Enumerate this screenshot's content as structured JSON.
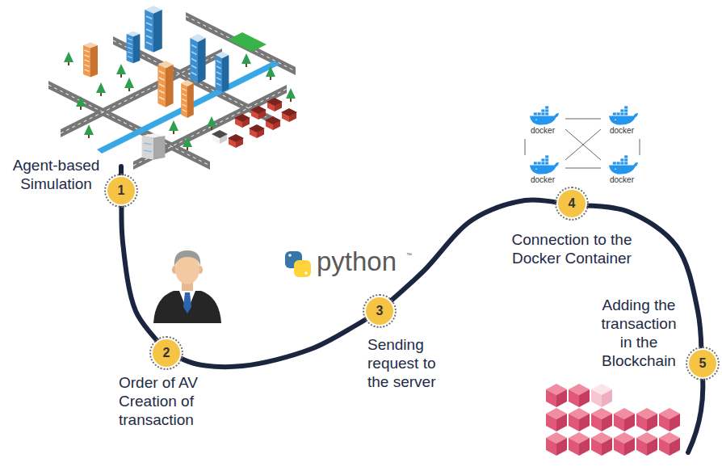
{
  "diagram": {
    "nodes": [
      {
        "text": [
          "1",
          "Agent-based Simulation"
        ]
      },
      {
        "text": [
          "2",
          "Order of AV Creation of transaction"
        ]
      },
      {
        "text": [
          "3",
          "Sending request to the server"
        ]
      },
      {
        "text": [
          "4",
          "Connection to the Docker Container"
        ]
      },
      {
        "text": [
          "5",
          "Adding the transaction in the Blockchain"
        ]
      }
    ],
    "edges": [
      {
        "from": 0,
        "to": 1,
        "arrow": "none"
      },
      {
        "from": 1,
        "to": 2,
        "arrow": "none"
      },
      {
        "from": 2,
        "to": 3,
        "arrow": "none"
      },
      {
        "from": 3,
        "to": 4,
        "arrow": "none"
      }
    ],
    "labels": [
      "python",
      "™",
      "docker",
      "docker",
      "docker",
      "docker"
    ]
  }
}
